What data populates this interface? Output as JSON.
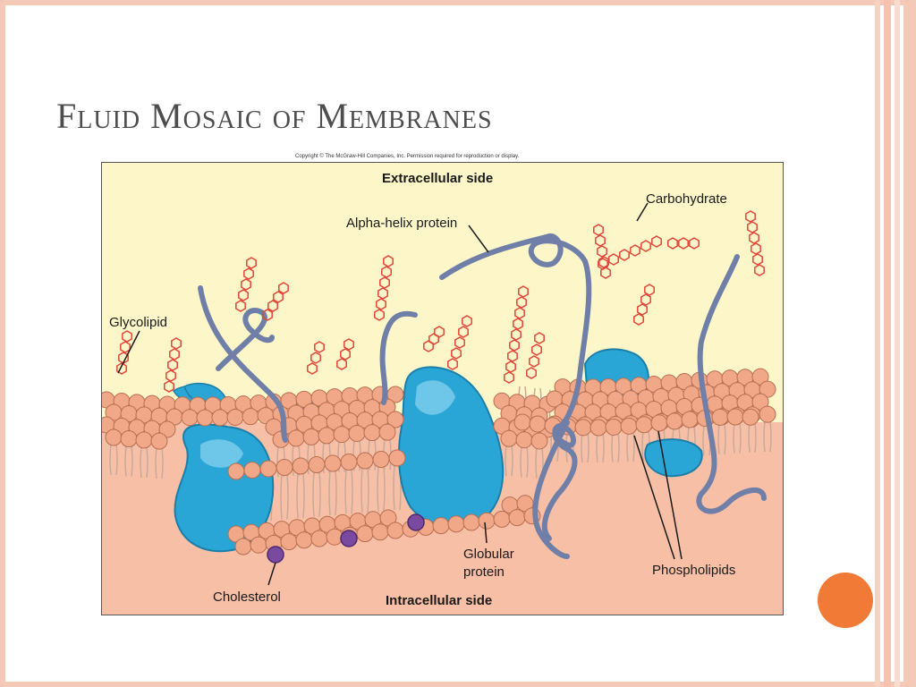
{
  "slide": {
    "title": "Fluid Mosaic of Membranes",
    "copyright": "Copyright © The McGraw-Hill Companies, Inc. Permission required for reproduction or display."
  },
  "figure": {
    "labels": {
      "extracellular": "Extracellular side",
      "intracellular": "Intracellular side",
      "carbohydrate": "Carbohydrate",
      "alpha_helix": "Alpha-helix protein",
      "glycolipid": "Glycolipid",
      "globular_line1": "Globular",
      "globular_line2": "protein",
      "phospholipids": "Phospholipids",
      "cholesterol": "Cholesterol"
    }
  },
  "colors": {
    "frame": "#f4c9b8",
    "accent_dot": "#f27a37",
    "extracellular_bg": "#fdf6c9",
    "intracellular_bg": "#f6bfa6",
    "phospholipid_head": "#f0a888",
    "protein": "#2aa6d6",
    "strand": "#6f7fa8",
    "cholesterol": "#7a4aa0"
  }
}
